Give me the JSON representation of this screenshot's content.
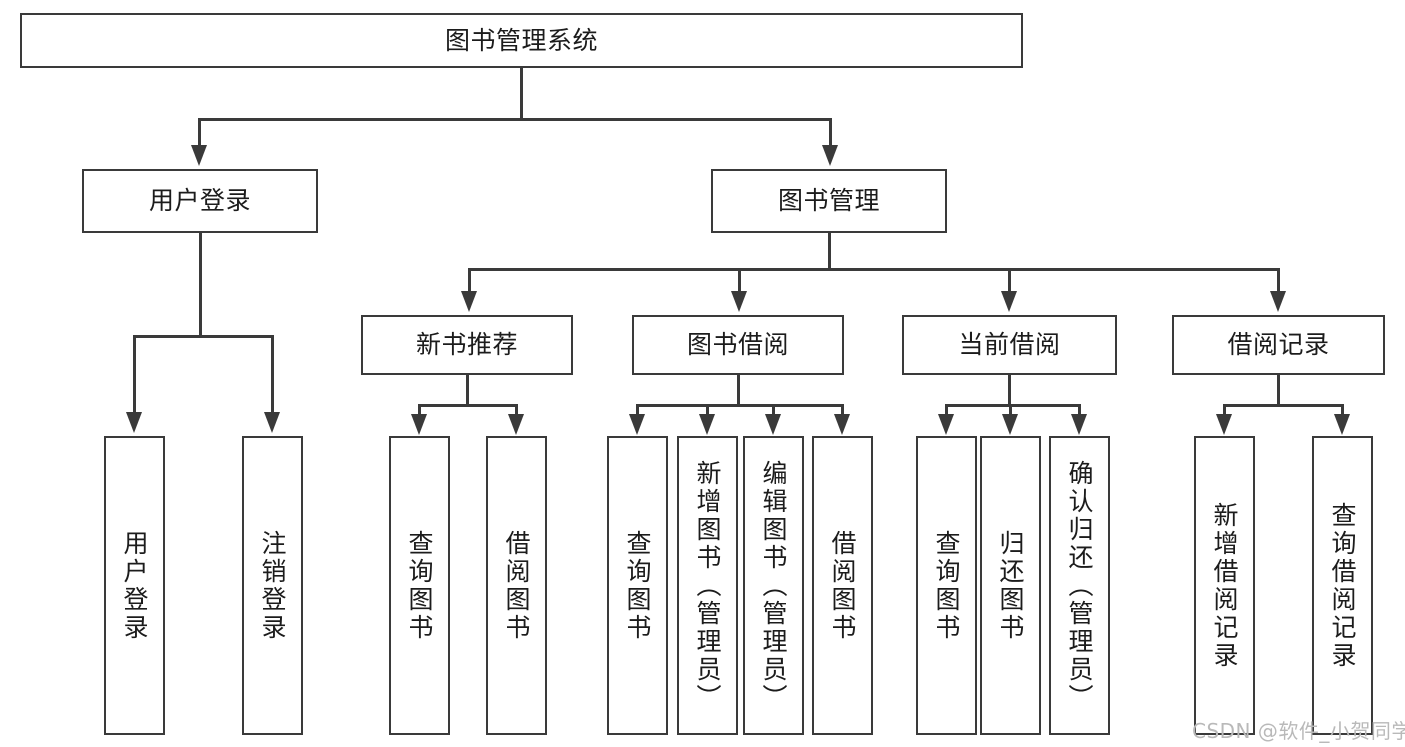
{
  "diagram": {
    "title": "图书管理系统",
    "type": "functional-structure-tree",
    "watermark": "CSDN @软件_小贺同学",
    "colors": {
      "background": "#ffffff",
      "border": "#3a3a3a",
      "text": "#1c1c1c",
      "watermark": "#b9b9b9"
    },
    "levels": {
      "root": {
        "label": "图书管理系统"
      },
      "level2": [
        {
          "label": "用户登录"
        },
        {
          "label": "图书管理"
        }
      ],
      "level3": [
        {
          "label": "新书推荐"
        },
        {
          "label": "图书借阅"
        },
        {
          "label": "当前借阅"
        },
        {
          "label": "借阅记录"
        }
      ],
      "leaves": [
        {
          "label": "用户登录"
        },
        {
          "label": "注销登录"
        },
        {
          "label": "查询图书"
        },
        {
          "label": "借阅图书"
        },
        {
          "label": "查询图书"
        },
        {
          "label": "新增图书（管理员）"
        },
        {
          "label": "编辑图书（管理员）"
        },
        {
          "label": "借阅图书"
        },
        {
          "label": "查询图书"
        },
        {
          "label": "归还图书"
        },
        {
          "label": "确认归还（管理员）"
        },
        {
          "label": "新增借阅记录"
        },
        {
          "label": "查询借阅记录"
        }
      ]
    }
  }
}
